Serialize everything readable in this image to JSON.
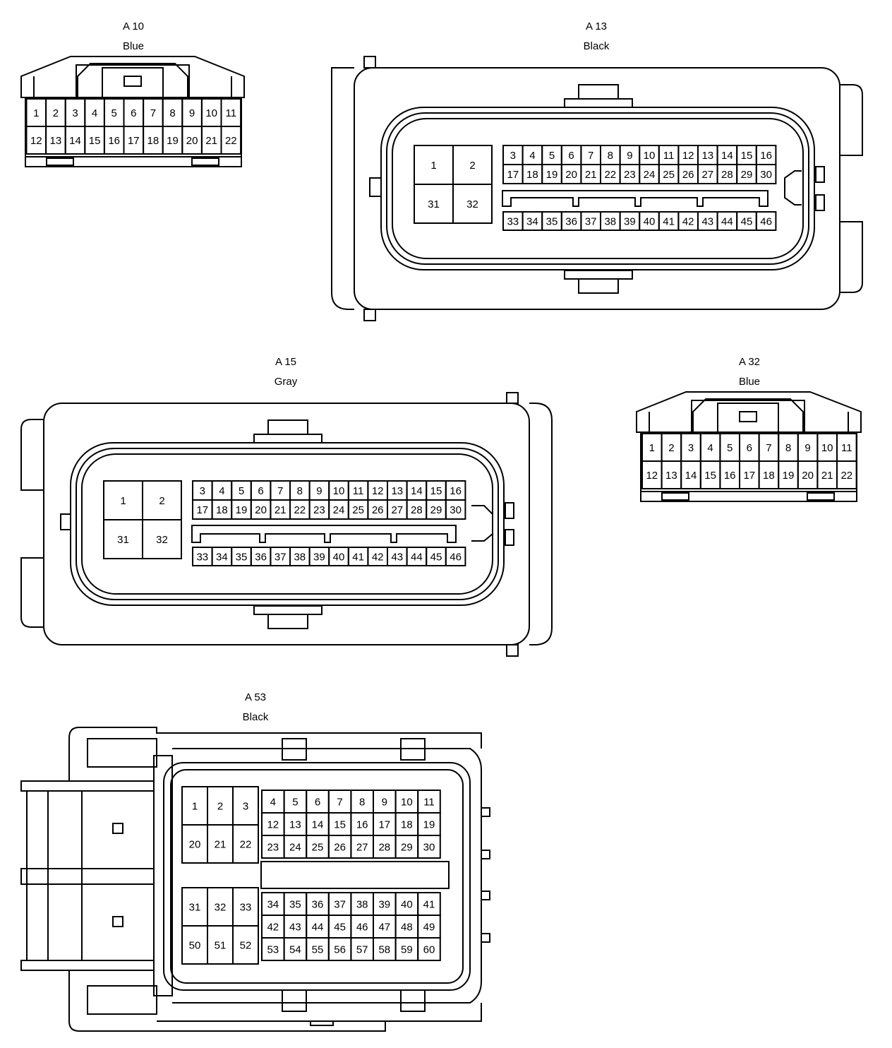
{
  "connectors": {
    "a10": {
      "id": "A 10",
      "color": "Blue",
      "rows": [
        [
          "1",
          "2",
          "3",
          "4",
          "5",
          "6",
          "7",
          "8",
          "9",
          "10",
          "11"
        ],
        [
          "12",
          "13",
          "14",
          "15",
          "16",
          "17",
          "18",
          "19",
          "20",
          "21",
          "22"
        ]
      ]
    },
    "a32": {
      "id": "A 32",
      "color": "Blue",
      "rows": [
        [
          "1",
          "2",
          "3",
          "4",
          "5",
          "6",
          "7",
          "8",
          "9",
          "10",
          "11"
        ],
        [
          "12",
          "13",
          "14",
          "15",
          "16",
          "17",
          "18",
          "19",
          "20",
          "21",
          "22"
        ]
      ]
    },
    "a13": {
      "id": "A 13",
      "color": "Black",
      "block": [
        [
          "1",
          "2"
        ],
        [
          "31",
          "32"
        ]
      ],
      "rows": [
        [
          "3",
          "4",
          "5",
          "6",
          "7",
          "8",
          "9",
          "10",
          "11",
          "12",
          "13",
          "14",
          "15",
          "16"
        ],
        [
          "17",
          "18",
          "19",
          "20",
          "21",
          "22",
          "23",
          "24",
          "25",
          "26",
          "27",
          "28",
          "29",
          "30"
        ],
        [
          "33",
          "34",
          "35",
          "36",
          "37",
          "38",
          "39",
          "40",
          "41",
          "42",
          "43",
          "44",
          "45",
          "46"
        ]
      ]
    },
    "a15": {
      "id": "A 15",
      "color": "Gray",
      "block": [
        [
          "1",
          "2"
        ],
        [
          "31",
          "32"
        ]
      ],
      "rows": [
        [
          "3",
          "4",
          "5",
          "6",
          "7",
          "8",
          "9",
          "10",
          "11",
          "12",
          "13",
          "14",
          "15",
          "16"
        ],
        [
          "17",
          "18",
          "19",
          "20",
          "21",
          "22",
          "23",
          "24",
          "25",
          "26",
          "27",
          "28",
          "29",
          "30"
        ],
        [
          "33",
          "34",
          "35",
          "36",
          "37",
          "38",
          "39",
          "40",
          "41",
          "42",
          "43",
          "44",
          "45",
          "46"
        ]
      ]
    },
    "a53": {
      "id": "A 53",
      "color": "Black",
      "block_top": [
        [
          "1",
          "2",
          "3"
        ],
        [
          "20",
          "21",
          "22"
        ]
      ],
      "block_bottom": [
        [
          "31",
          "32",
          "33"
        ],
        [
          "50",
          "51",
          "52"
        ]
      ],
      "grid_top": [
        [
          "4",
          "5",
          "6",
          "7",
          "8",
          "9",
          "10",
          "11"
        ],
        [
          "12",
          "13",
          "14",
          "15",
          "16",
          "17",
          "18",
          "19"
        ],
        [
          "23",
          "24",
          "25",
          "26",
          "27",
          "28",
          "29",
          "30"
        ]
      ],
      "grid_bottom": [
        [
          "34",
          "35",
          "36",
          "37",
          "38",
          "39",
          "40",
          "41"
        ],
        [
          "42",
          "43",
          "44",
          "45",
          "46",
          "47",
          "48",
          "49"
        ],
        [
          "53",
          "54",
          "55",
          "56",
          "57",
          "58",
          "59",
          "60"
        ]
      ]
    }
  }
}
